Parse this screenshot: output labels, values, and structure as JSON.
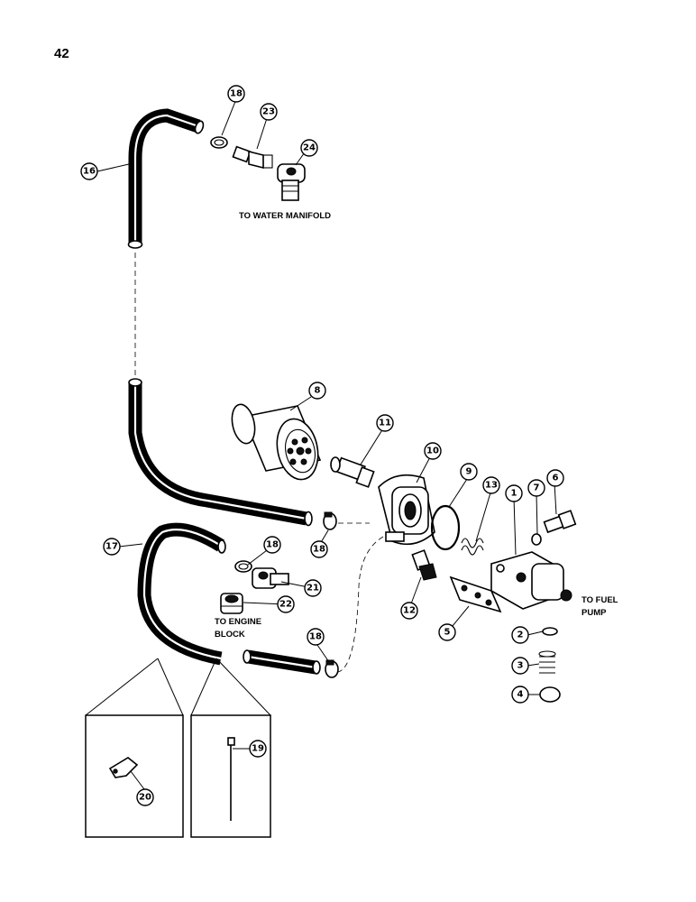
{
  "page_number": "42",
  "labels": {
    "to_water_manifold": "TO WATER MANIFOLD",
    "to_fuel_pump_1": "TO FUEL",
    "to_fuel_pump_2": "PUMP",
    "to_engine_block_1": "TO ENGINE",
    "to_engine_block_2": "BLOCK"
  },
  "callouts": [
    "18",
    "23",
    "24",
    "16",
    "8",
    "11",
    "10",
    "9",
    "13",
    "1",
    "7",
    "6",
    "17",
    "18",
    "18",
    "21",
    "22",
    "12",
    "5",
    "2",
    "3",
    "4",
    "18",
    "19",
    "20"
  ]
}
